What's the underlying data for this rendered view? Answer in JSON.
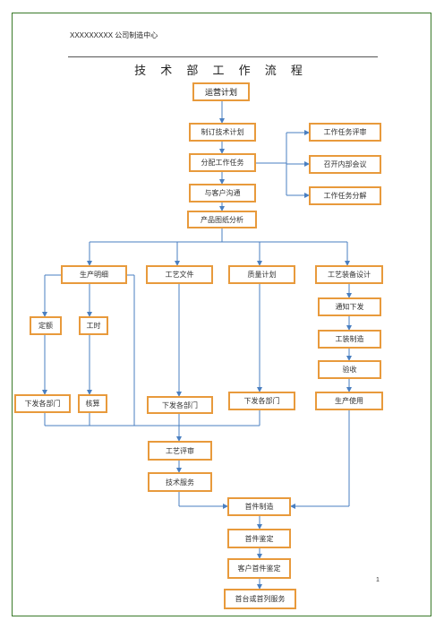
{
  "header": {
    "company": "XXXXXXXXX 公司制造中心"
  },
  "title": "技 术 部 工 作 流 程",
  "page_number": "1",
  "nodes": {
    "start": "运营计划",
    "plan": "制订技术计划",
    "assign": "分配工作任务",
    "communicate": "与客户沟通",
    "analyze": "产品图纸分析",
    "review": "工作任务评审",
    "meeting": "召开内部会议",
    "breakdown": "工作任务分解",
    "detail": "生产明细",
    "process_file": "工艺文件",
    "quality_plan": "质量计划",
    "tooling_design": "工艺装备设计",
    "quota": "定额",
    "man_hours": "工时",
    "notify": "通知下发",
    "tooling_make": "工装制造",
    "accept": "验收",
    "issue1": "下发各部门",
    "costing": "核算",
    "issue2": "下发各部门",
    "issue3": "下发各部门",
    "production_use": "生产使用",
    "process_review": "工艺评审",
    "tech_service": "技术服务",
    "first_make": "首件制造",
    "first_check": "首件鉴定",
    "customer_check": "客户首件鉴定",
    "first_service": "首台或首列服务"
  },
  "colors": {
    "box_border": "#e89a3c",
    "line": "#4a7fc1",
    "frame": "#3a7a2a"
  }
}
